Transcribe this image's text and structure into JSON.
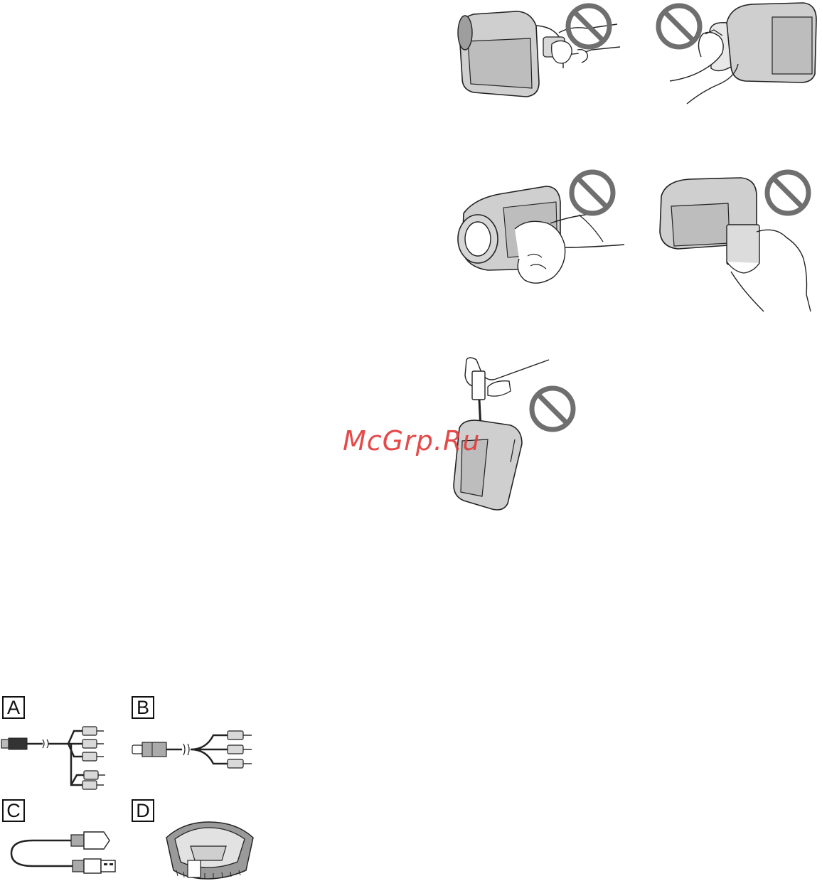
{
  "watermark": {
    "text": "McGrp.Ru",
    "color": "#e23b3b"
  },
  "prohibited_icon": "prohibition-sign-icon",
  "illustrations": [
    {
      "id": "lcd-hold",
      "icon": "camcorder-hold-lcd-icon"
    },
    {
      "id": "hood-hold",
      "icon": "camcorder-hold-hood-icon"
    },
    {
      "id": "front-grip",
      "icon": "camcorder-grip-front-icon"
    },
    {
      "id": "battery-hold",
      "icon": "camcorder-hold-battery-icon"
    },
    {
      "id": "usb-cable-hang",
      "icon": "camcorder-hang-usb-icon"
    }
  ],
  "accessories": [
    {
      "label": "A",
      "icon": "component-av-cable-icon"
    },
    {
      "label": "B",
      "icon": "av-cable-icon"
    },
    {
      "label": "C",
      "icon": "usb-cable-icon"
    },
    {
      "label": "D",
      "icon": "lens-hood-icon"
    }
  ]
}
